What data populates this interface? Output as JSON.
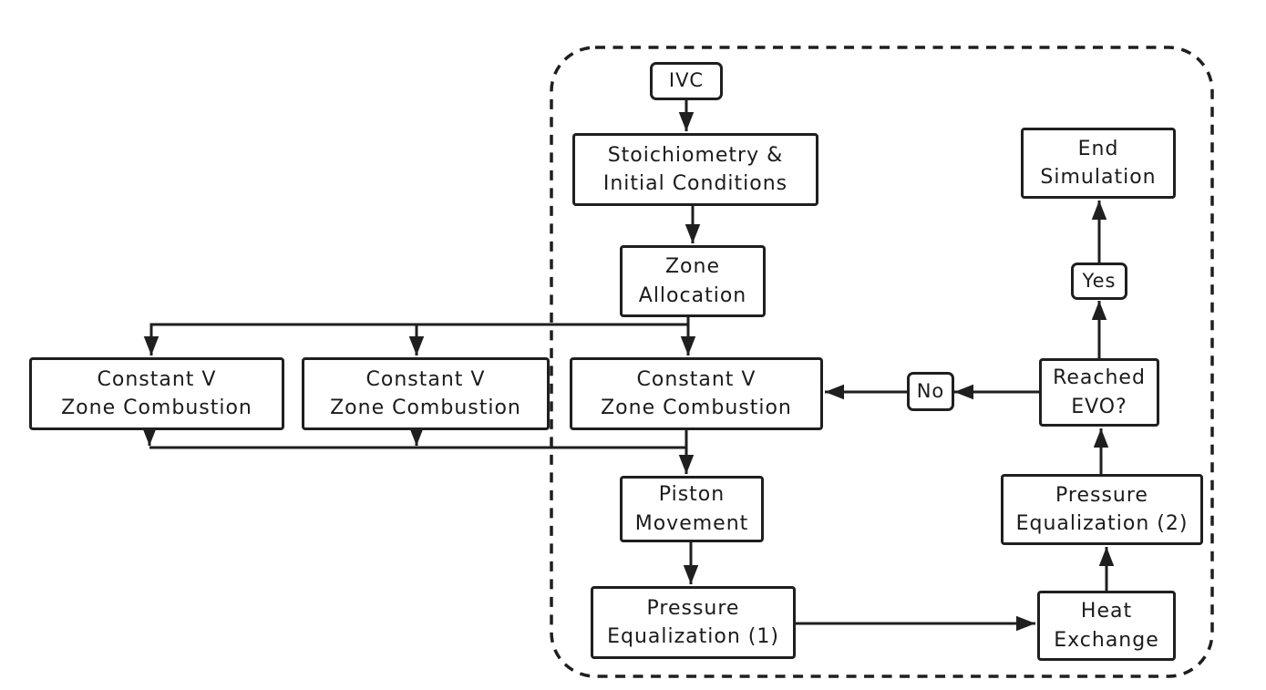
{
  "diagram": {
    "type": "flowchart",
    "description": "Engine multi-zone combustion simulation loop flowchart",
    "colors": {
      "background": "#ffffff",
      "line": "#1f1f1f",
      "box_fill": "#ffffff",
      "text": "#1b1b1b"
    },
    "boundary": {
      "style": "dashed rounded rectangle"
    },
    "nodes": {
      "ivc": {
        "label": "IVC"
      },
      "stoichiometry": {
        "label": "Stoichiometry &\nInitial Conditions"
      },
      "zone_allocation": {
        "label": "Zone\nAllocation"
      },
      "constant_v_left": {
        "label": "Constant V\nZone Combustion"
      },
      "constant_v_middle": {
        "label": "Constant V\nZone Combustion"
      },
      "constant_v_main": {
        "label": "Constant V\nZone Combustion"
      },
      "piston_movement": {
        "label": "Piston\nMovement"
      },
      "pressure_equalization_1": {
        "label": "Pressure\nEqualization (1)"
      },
      "heat_exchange": {
        "label": "Heat\nExchange"
      },
      "pressure_equalization_2": {
        "label": "Pressure\nEqualization (2)"
      },
      "reached_evo": {
        "label": "Reached\nEVO?"
      },
      "decision_no": {
        "label": "No"
      },
      "decision_yes": {
        "label": "Yes"
      },
      "end_simulation": {
        "label": "End\nSimulation"
      }
    },
    "edges": [
      "IVC -> Stoichiometry & Initial Conditions",
      "Stoichiometry & Initial Conditions -> Zone Allocation",
      "Zone Allocation -> Constant V Zone Combustion (main)",
      "Zone Allocation -> Constant V Zone Combustion (left)",
      "Zone Allocation -> Constant V Zone Combustion (middle)",
      "Constant V Zone Combustion (left) -> collector",
      "Constant V Zone Combustion (middle) -> collector",
      "Constant V Zone Combustion (main) -> Piston Movement",
      "Piston Movement -> Pressure Equalization (1)",
      "Pressure Equalization (1) -> Heat Exchange",
      "Heat Exchange -> Pressure Equalization (2)",
      "Pressure Equalization (2) -> Reached EVO?",
      "Reached EVO? -> Yes -> End Simulation",
      "Reached EVO? -> No -> Constant V Zone Combustion (main)"
    ]
  }
}
